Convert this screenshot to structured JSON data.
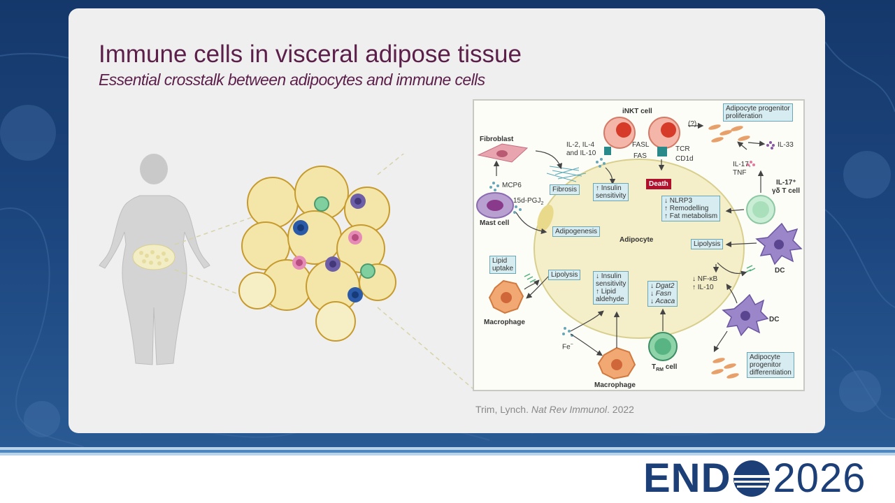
{
  "slide": {
    "title": "Immune cells in visceral adipose tissue",
    "subtitle": "Essential crosstalk between adipocytes and immune cells",
    "citation_authors": "Trim, Lynch.",
    "citation_journal": "Nat Rev Immunol",
    "citation_year": ". 2022"
  },
  "logo": {
    "left": "END",
    "right": "2026"
  },
  "diagram": {
    "cells": {
      "inkt": "iNKT cell",
      "fibroblast": "Fibroblast",
      "mast": "Mast cell",
      "adipocyte": "Adipocyte",
      "macrophage_left": "Macrophage",
      "macrophage_bottom": "Macrophage",
      "trm": "T",
      "trm_sub": "RM",
      "trm_suffix": " cell",
      "gd_line1": "IL-17⁺",
      "gd_line2": "γδ T cell",
      "dc_right": "DC",
      "dc_bottom": "DC"
    },
    "labels": {
      "il_line1": "IL-2, IL-4",
      "il_line2": "and IL-10",
      "fasl": "FASL",
      "fas": "FAS",
      "tcr": "TCR",
      "cd1d": "CD1d",
      "question": "(?)",
      "il33": "IL-33",
      "il17_line1": "IL-17,",
      "il17_line2": "TNF",
      "mcp6": "MCP6",
      "pgj2": "15d-PGJ",
      "pgj2_sub": "2",
      "fe": "Fe",
      "fe_sup": "−",
      "nfkb": "↓ NF-κB",
      "il10": "↑ IL-10"
    },
    "boxes": {
      "progenitor_prolif_1": "Adipocyte progenitor",
      "progenitor_prolif_2": "proliferation",
      "fibrosis": "Fibrosis",
      "insulin_1": "↑ Insulin",
      "insulin_2": "sensitivity",
      "death": "Death",
      "nlrp3_1": "↓ NLRP3",
      "nlrp3_2": "↑ Remodelling",
      "nlrp3_3": "↑ Fat metabolism",
      "adipogenesis": "Adipogenesis",
      "lipolysis_right": "Lipolysis",
      "lipid_uptake_1": "Lipid",
      "lipid_uptake_2": "uptake",
      "lipolysis_left": "Lipolysis",
      "ins_lipid_1": "↓ Insulin",
      "ins_lipid_2": "sensitivity",
      "ins_lipid_3": "↑ Lipid",
      "ins_lipid_4": "aldehyde",
      "genes_1": "↓ Dgat2",
      "genes_2": "↓ Fasn",
      "genes_3": "↓ Acaca",
      "progenitor_diff_1": "Adipocyte",
      "progenitor_diff_2": "progenitor",
      "progenitor_diff_3": "differentiation"
    }
  }
}
